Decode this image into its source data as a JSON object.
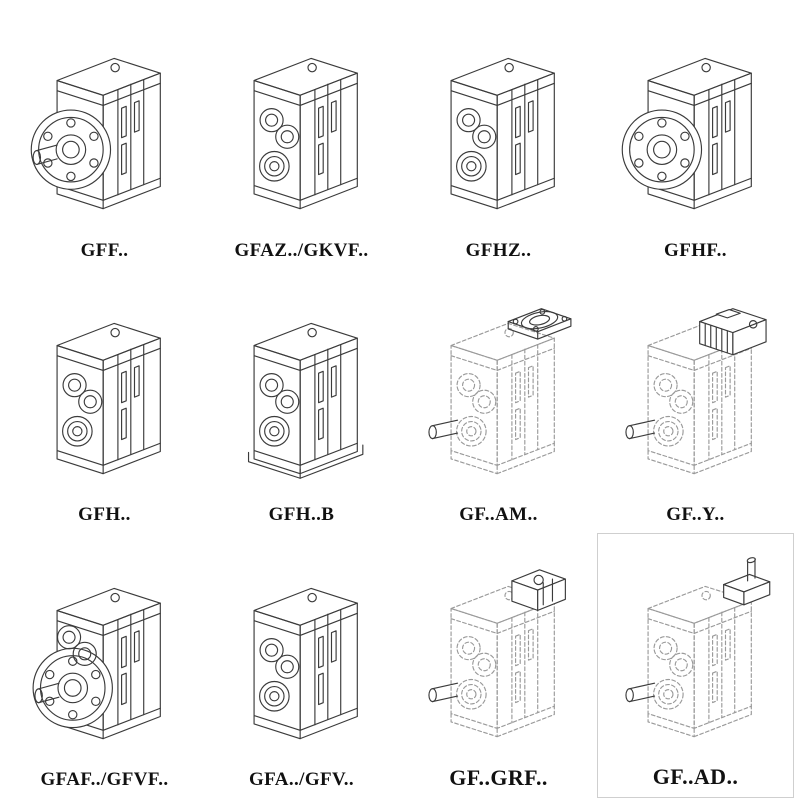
{
  "page": {
    "title": "Gear reducer model range",
    "colors": {
      "background": "#ffffff",
      "line": "#3b3b3b",
      "dashed_line": "#9a9a9a",
      "label": "#111111"
    }
  },
  "catalog": {
    "items": [
      {
        "label": "GFF..",
        "drawing": "gearbox-flange-solid-shaft"
      },
      {
        "label": "GFAZ../GKVF..",
        "drawing": "gearbox-hollow-shaft"
      },
      {
        "label": "GFHZ..",
        "drawing": "gearbox-hollow-shaft"
      },
      {
        "label": "GFHF..",
        "drawing": "gearbox-flange-hollow"
      },
      {
        "label": "GFH..",
        "drawing": "gearbox-foot-hollow"
      },
      {
        "label": "GFH..B",
        "drawing": "gearbox-foot-hollow-baseplate"
      },
      {
        "label": "GF..AM..",
        "drawing": "gearbox-dashed-iec-motor-adapter",
        "dashed": true
      },
      {
        "label": "GF..Y..",
        "drawing": "gearbox-dashed-with-motor",
        "dashed": true
      },
      {
        "label": "GFAF../GFVF..",
        "drawing": "gearbox-flange-bores-shaft"
      },
      {
        "label": "GFA../GFV..",
        "drawing": "gearbox-hollow-shaft"
      },
      {
        "label": "GF..GRF..",
        "drawing": "gearbox-dashed-gear-adapter",
        "dashed": true
      },
      {
        "label": "GF..AD..",
        "drawing": "gearbox-dashed-input-shaft-adapter",
        "dashed": true
      }
    ]
  }
}
